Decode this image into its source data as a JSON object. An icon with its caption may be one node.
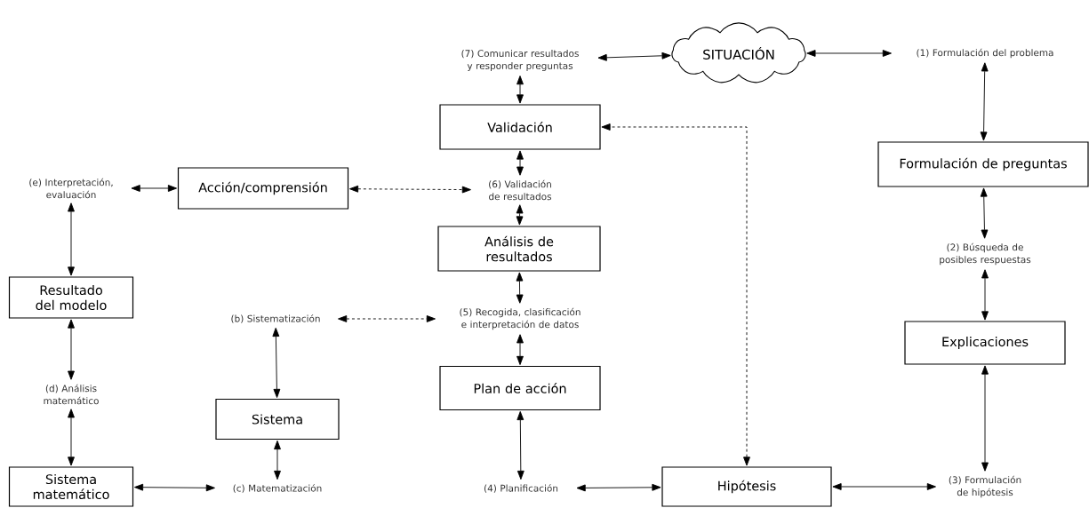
{
  "diagram": {
    "nodes": [
      {
        "text": [
          "SITUACIÓN"
        ]
      },
      {
        "text": [
          "(7) Comunicar resultados y responder preguntas"
        ]
      },
      {
        "text": [
          "(1) Formulación del problema"
        ]
      },
      {
        "text": [
          "Validación"
        ]
      },
      {
        "text": [
          "Formulación de preguntas"
        ]
      },
      {
        "text": [
          "(e) Interpretación, evaluación"
        ]
      },
      {
        "text": [
          "Acción/comprensión"
        ]
      },
      {
        "text": [
          "(6) Validación de resultados"
        ]
      },
      {
        "text": [
          "Análisis de resultados"
        ]
      },
      {
        "text": [
          "(2) Búsqueda de posibles respuestas"
        ]
      },
      {
        "text": [
          "Resultado del modelo"
        ]
      },
      {
        "text": [
          "(b) Sistematización"
        ]
      },
      {
        "text": [
          "(5) Recogida, clasificación e interpretación de datos"
        ]
      },
      {
        "text": [
          "Explicaciones"
        ]
      },
      {
        "text": [
          "(d) Análisis matemático"
        ]
      },
      {
        "text": [
          "Plan de acción"
        ]
      },
      {
        "text": [
          "Sistema"
        ]
      },
      {
        "text": [
          "Sistema matemático"
        ]
      },
      {
        "text": [
          "(c) Matematización"
        ]
      },
      {
        "text": [
          "(4) Planificación"
        ]
      },
      {
        "text": [
          "Hipótesis"
        ]
      },
      {
        "text": [
          "(3) Formulación de hipótesis"
        ]
      }
    ],
    "edges": [
      {
        "from": 1,
        "to": 0,
        "arrow": "both"
      },
      {
        "from": 0,
        "to": 2,
        "arrow": "both"
      },
      {
        "from": 2,
        "to": 4,
        "arrow": "both"
      },
      {
        "from": 4,
        "to": 9,
        "arrow": "both"
      },
      {
        "from": 9,
        "to": 13,
        "arrow": "both"
      },
      {
        "from": 13,
        "to": 21,
        "arrow": "both"
      },
      {
        "from": 20,
        "to": 21,
        "arrow": "both"
      },
      {
        "from": 19,
        "to": 20,
        "arrow": "both"
      },
      {
        "from": 15,
        "to": 19,
        "arrow": "both"
      },
      {
        "from": 12,
        "to": 15,
        "arrow": "both"
      },
      {
        "from": 8,
        "to": 12,
        "arrow": "both"
      },
      {
        "from": 7,
        "to": 8,
        "arrow": "both"
      },
      {
        "from": 3,
        "to": 7,
        "arrow": "both"
      },
      {
        "from": 1,
        "to": 3,
        "arrow": "both"
      },
      {
        "from": 20,
        "to": 3,
        "arrow": "both",
        "style": "dashed"
      },
      {
        "from": 6,
        "to": 7,
        "arrow": "both",
        "style": "dashed"
      },
      {
        "from": 11,
        "to": 12,
        "arrow": "both",
        "style": "dashed"
      },
      {
        "from": 5,
        "to": 6,
        "arrow": "both"
      },
      {
        "from": 5,
        "to": 10,
        "arrow": "both"
      },
      {
        "from": 10,
        "to": 14,
        "arrow": "both"
      },
      {
        "from": 14,
        "to": 17,
        "arrow": "both"
      },
      {
        "from": 17,
        "to": 18,
        "arrow": "both"
      },
      {
        "from": 11,
        "to": 16,
        "arrow": "both"
      },
      {
        "from": 16,
        "to": 18,
        "arrow": "both"
      }
    ]
  }
}
